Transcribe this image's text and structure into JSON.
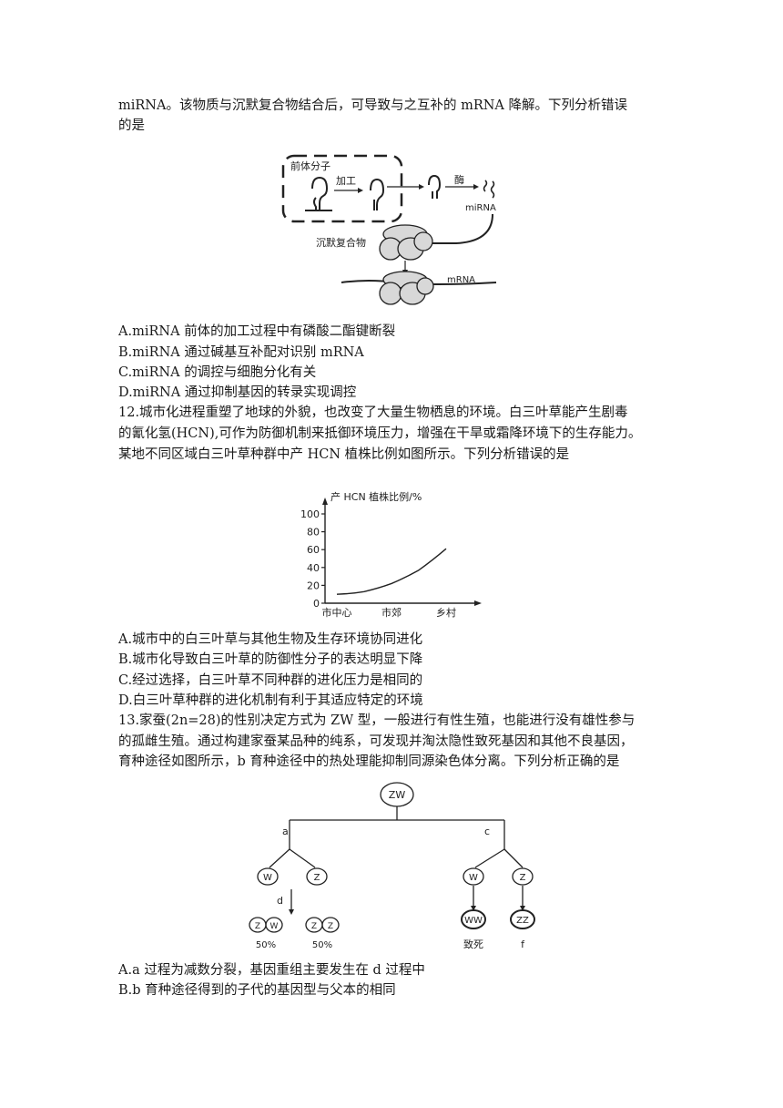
{
  "q11": {
    "intro_line1": "miRNA。该物质与沉默复合物结合后，可导致与之互补的 mRNA 降解。下列分析错误",
    "intro_line2": "的是",
    "figure": {
      "precursor_label": "前体分子",
      "processing_label": "加工",
      "enzyme_label": "酶",
      "mirna_label": "miRNA",
      "silencing_label": "沉默复合物",
      "mrna_label": "mRNA"
    },
    "options": [
      "A.miRNA 前体的加工过程中有磷酸二酯键断裂",
      "B.miRNA 通过碱基互补配对识别 mRNA",
      "C.miRNA 的调控与细胞分化有关",
      "D.miRNA 通过抑制基因的转录实现调控"
    ]
  },
  "q12": {
    "stem_lines": [
      "12.城市化进程重塑了地球的外貌，也改变了大量生物栖息的环境。白三叶草能产生剧毒",
      "的氰化氢(HCN),可作为防御机制来抵御环境压力，增强在干旱或霜降环境下的生存能力。",
      "某地不同区域白三叶草种群中产 HCN 植株比例如图所示。下列分析错误的是"
    ],
    "options": [
      "A.城市中的白三叶草与其他生物及生存环境协同进化",
      "B.城市化导致白三叶草的防御性分子的表达明显下降",
      "C.经过选择，白三叶草不同种群的进化压力是相同的",
      "D.白三叶草种群的进化机制有利于其适应特定的环境"
    ]
  },
  "chart_data": {
    "type": "line",
    "ylabel": "产 HCN 植株比例/%",
    "xlabel": "",
    "categories": [
      "市中心",
      "市郊",
      "乡村"
    ],
    "yticks": [
      "0",
      "20",
      "40",
      "60",
      "80",
      "100"
    ],
    "ylim": [
      0,
      100
    ],
    "series": [
      {
        "x": [
          0,
          0.25,
          0.5,
          0.75,
          1.0
        ],
        "values": [
          10,
          13,
          22,
          37,
          61
        ]
      }
    ]
  },
  "q13": {
    "stem_lines": [
      "13.家蚕(2n=28)的性别决定方式为 ZW 型，一般进行有性生殖，也能进行没有雄性参与",
      "的孤雌生殖。通过构建家蚕某品种的纯系，可发现并淘汰隐性致死基因和其他不良基因，",
      "育种途径如图所示，b 育种途径中的热处理能抑制同源染色体分离。下列分析正确的是"
    ],
    "figure": {
      "root": "ZW",
      "branch_a": "a",
      "branch_c": "c",
      "branch_d": "d",
      "left_w": "W",
      "left_z": "Z",
      "right_w": "W",
      "right_z": "Z",
      "zw_z": "Z",
      "zw_w": "W",
      "zz_z1": "Z",
      "zz_z2": "Z",
      "pct1": "50%",
      "pct2": "50%",
      "ww": "WW",
      "zz": "ZZ",
      "lethal": "致死",
      "f_label": "f"
    },
    "options": [
      "A.a 过程为减数分裂，基因重组主要发生在 d 过程中",
      "B.b 育种途径得到的子代的基因型与父本的相同"
    ]
  }
}
